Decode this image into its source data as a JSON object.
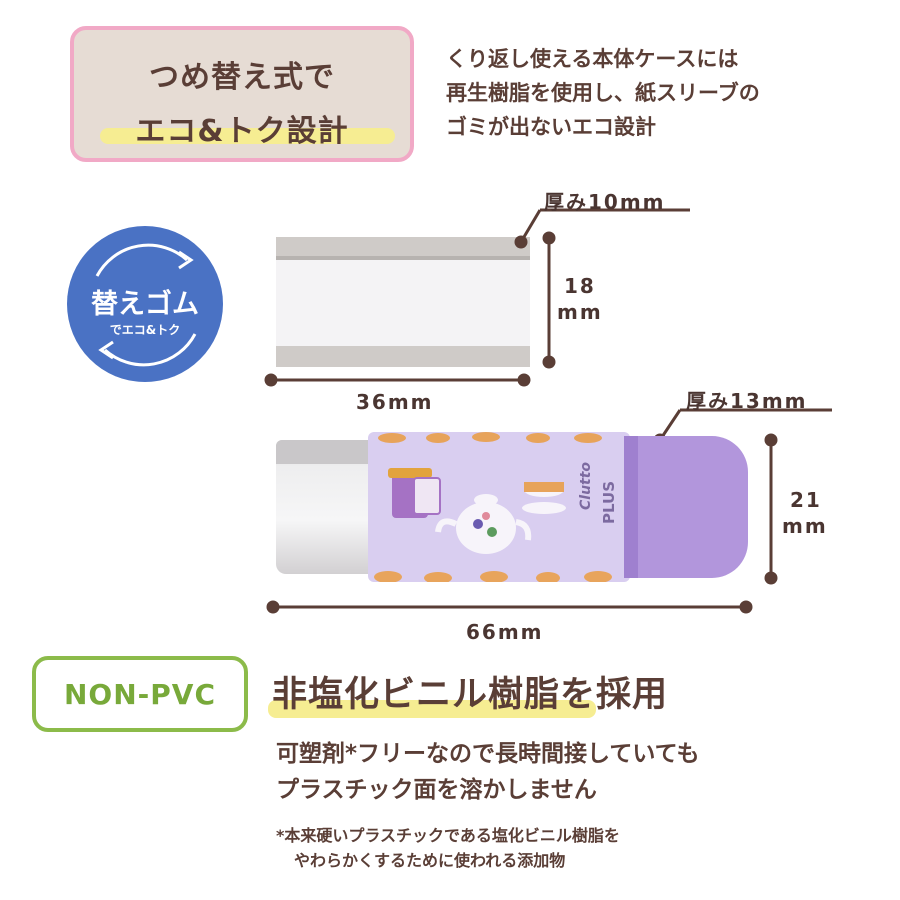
{
  "header_badge": {
    "line1": "つめ替え式で",
    "line2": "エコ&トク設計"
  },
  "header_description": [
    "くり返し使える本体ケースには",
    "再生樹脂を使用し、紙スリーブの",
    "ゴミが出ないエコ設計"
  ],
  "refill_badge": {
    "title": "替えゴム",
    "subtitle": "でエコ&トク"
  },
  "refill_dimensions": {
    "thickness": "厚み10mm",
    "height_top": "18",
    "height_bottom": "mm",
    "width": "36mm"
  },
  "product": {
    "brand_script": "Clutto",
    "brand": "PLUS"
  },
  "product_dimensions": {
    "thickness": "厚み13mm",
    "height_top": "21",
    "height_bottom": "mm",
    "width": "66mm"
  },
  "nonpvc": {
    "badge": "NON-PVC",
    "title": "非塩化ビニル樹脂を採用",
    "description": [
      "可塑剤*フリーなので長時間接していても",
      "プラスチック面を溶かしません"
    ],
    "note": [
      "*本来硬いプラスチックである塩化ビニル樹脂を",
      "やわらかくするために使われる添加物"
    ]
  },
  "colors": {
    "brown_text": "#5a3e36",
    "pink_border": "#f1a9c6",
    "blue": "#4a72c4",
    "purple": "#b296dc",
    "green": "#8cbb4a",
    "yellow": "#f6ed92"
  }
}
